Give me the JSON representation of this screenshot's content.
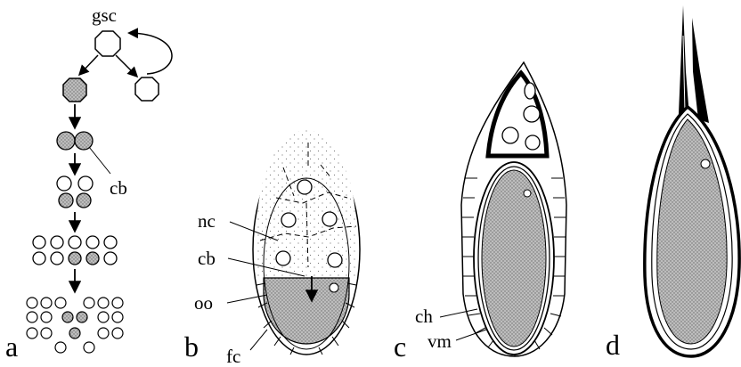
{
  "panels": {
    "a": {
      "letter": "a",
      "labels": {
        "gsc": "gsc",
        "cb": "cb"
      }
    },
    "b": {
      "letter": "b",
      "labels": {
        "nc": "nc",
        "cb": "cb",
        "oo": "oo",
        "fc": "fc"
      }
    },
    "c": {
      "letter": "c",
      "labels": {
        "ch": "ch",
        "vm": "vm"
      }
    },
    "d": {
      "letter": "d"
    }
  },
  "colors": {
    "ink": "#000000",
    "oocyte_fill": "#b8b8b8",
    "paper": "#ffffff"
  }
}
